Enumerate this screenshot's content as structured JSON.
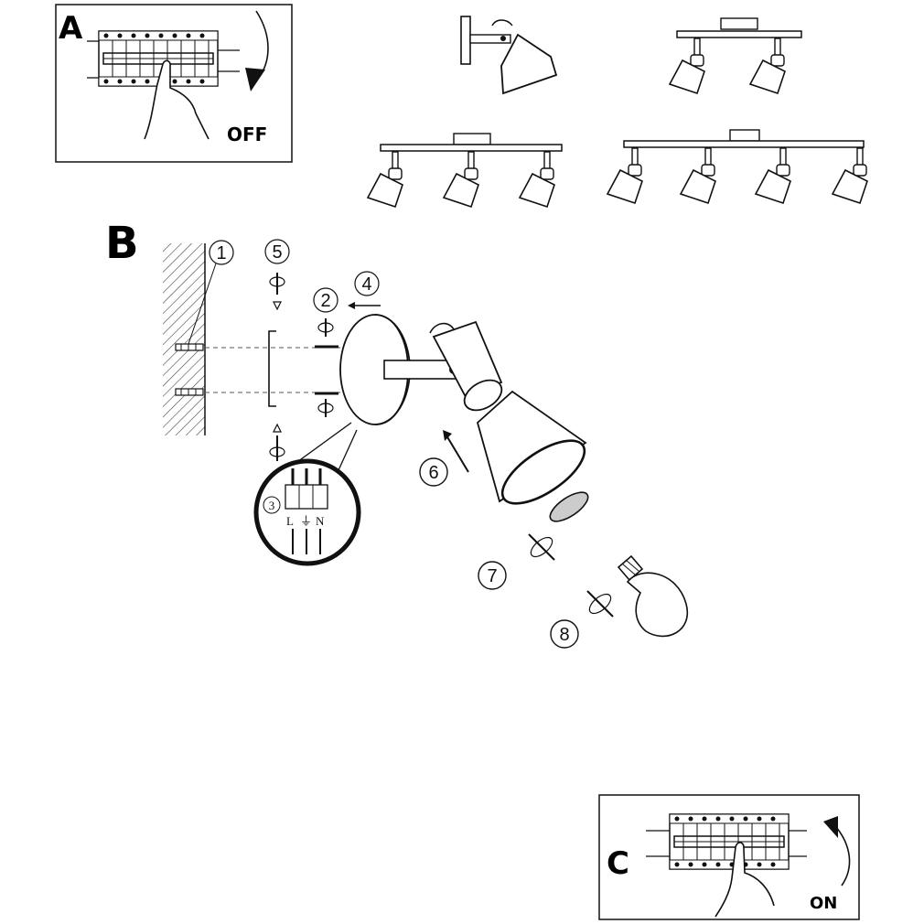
{
  "panels": {
    "a": {
      "letter": "A",
      "state_label": "OFF"
    },
    "b": {
      "letter": "B"
    },
    "c": {
      "letter": "C",
      "state_label": "ON"
    }
  },
  "steps": [
    "1",
    "2",
    "3",
    "4",
    "5",
    "6",
    "7",
    "8"
  ],
  "wiring": {
    "live": "L",
    "earth": "⏚",
    "neutral": "N"
  },
  "variants": [
    "single-spot",
    "double-spot-bar",
    "triple-spot-bar",
    "quad-spot-bar"
  ]
}
